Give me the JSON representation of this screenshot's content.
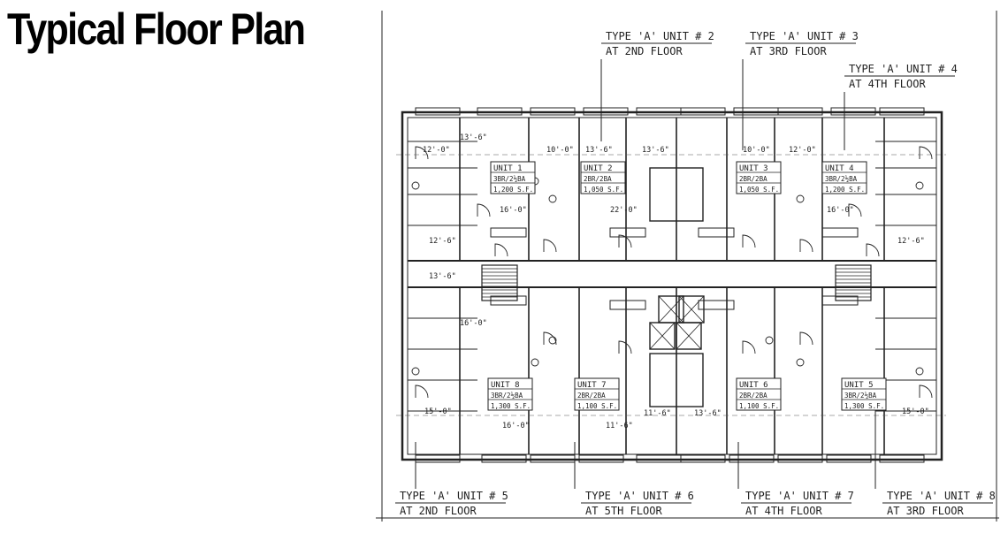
{
  "page": {
    "title": "Typical Floor Plan"
  },
  "plan": {
    "callouts": [
      {
        "label": "TYPE 'A' UNIT # 2",
        "floor": "AT 2ND FLOOR"
      },
      {
        "label": "TYPE 'A' UNIT # 3",
        "floor": "AT 3RD FLOOR"
      },
      {
        "label": "TYPE 'A' UNIT # 4",
        "floor": "AT 4TH FLOOR"
      },
      {
        "label": "TYPE 'A' UNIT # 5",
        "floor": "AT 2ND FLOOR"
      },
      {
        "label": "TYPE 'A' UNIT # 6",
        "floor": "AT 5TH FLOOR"
      },
      {
        "label": "TYPE 'A' UNIT # 7",
        "floor": "AT 4TH FLOOR"
      },
      {
        "label": "TYPE 'A' UNIT # 8",
        "floor": "AT 3RD FLOOR"
      }
    ],
    "units": [
      {
        "name": "UNIT 1",
        "type": "3BR/2½BA",
        "area": "1,200 S.F."
      },
      {
        "name": "UNIT 2",
        "type": "2BR/2BA",
        "area": "1,050 S.F."
      },
      {
        "name": "UNIT 3",
        "type": "2BR/2BA",
        "area": "1,050 S.F."
      },
      {
        "name": "UNIT 4",
        "type": "3BR/2½BA",
        "area": "1,200 S.F."
      },
      {
        "name": "UNIT 8",
        "type": "3BR/2½BA",
        "area": "1,300 S.F."
      },
      {
        "name": "UNIT 7",
        "type": "2BR/2BA",
        "area": "1,100 S.F."
      },
      {
        "name": "UNIT 6",
        "type": "2BR/2BA",
        "area": "1,100 S.F."
      },
      {
        "name": "UNIT 5",
        "type": "3BR/2½BA",
        "area": "1,300 S.F."
      }
    ],
    "dimensions": [
      "13'-6\"",
      "12'-0\"",
      "10'-0\"",
      "13'-6\"",
      "13'-6\"",
      "10'-0\"",
      "12'-0\"",
      "16'-0\"",
      "16'-0\"",
      "12'-6\"",
      "12'-6\"",
      "16'-0\"",
      "13'-6\"",
      "11'-6\"",
      "11'-6\"",
      "13'-6\"",
      "16'-0\"",
      "15'-0\"",
      "15'-0\"",
      "22'-0\""
    ]
  }
}
